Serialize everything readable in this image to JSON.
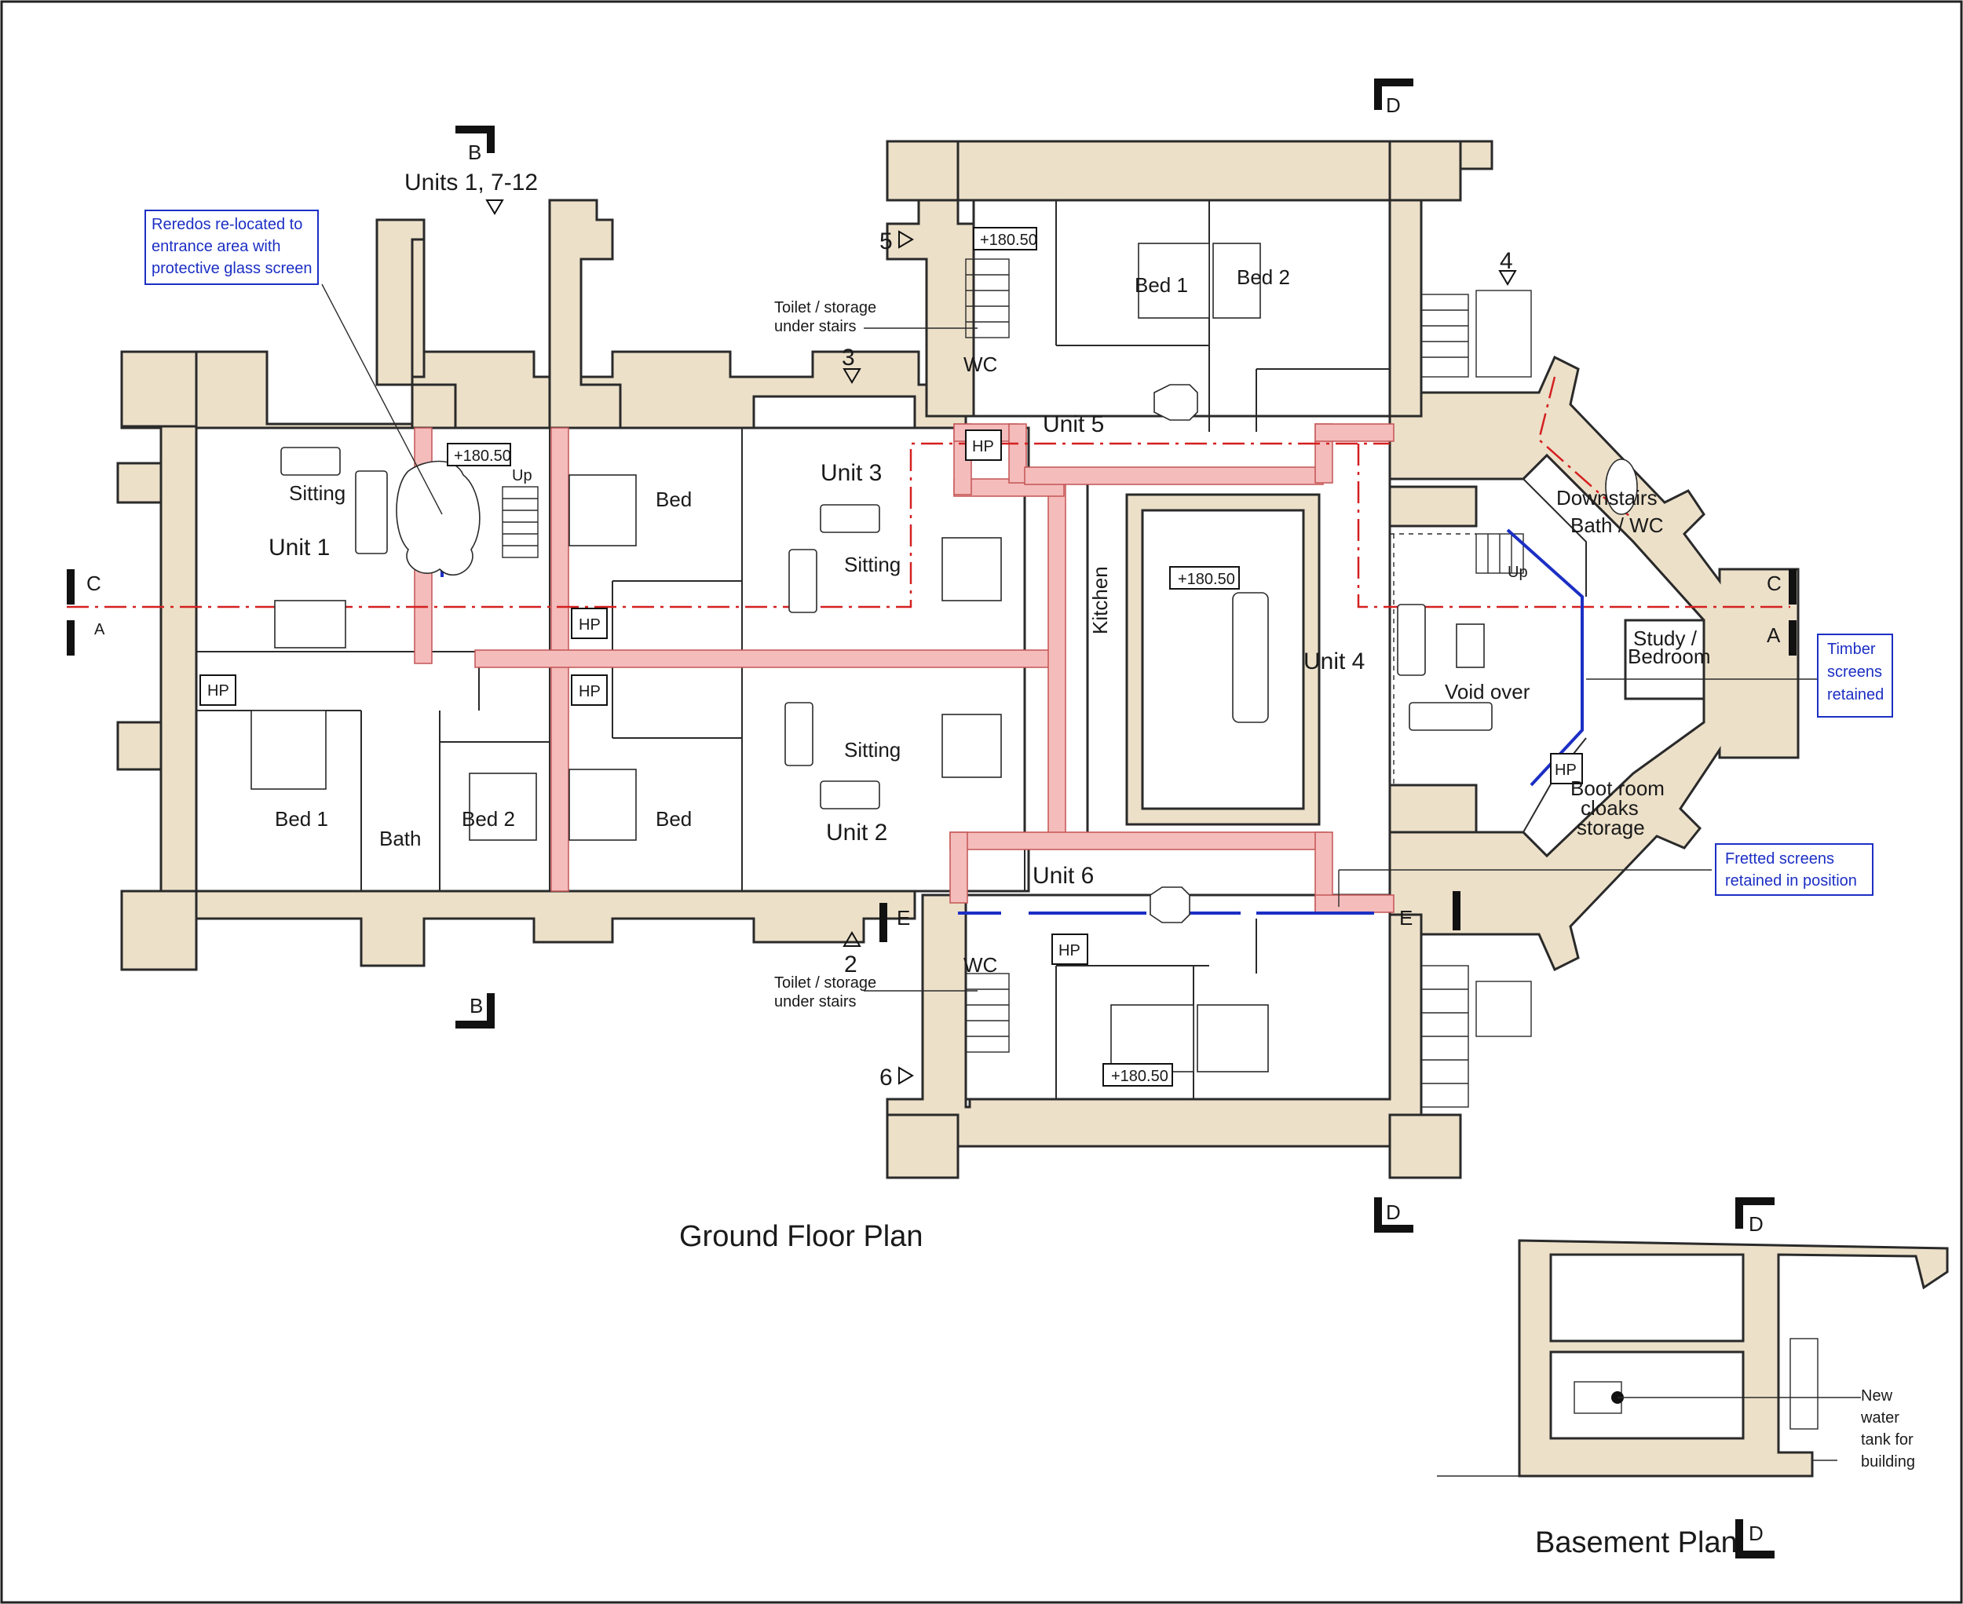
{
  "plan_title": "Ground Floor Plan",
  "basement_title": "Basement Plan",
  "units_label": "Units 1, 7-12",
  "units": {
    "u1": "Unit 1",
    "u2": "Unit 2",
    "u3": "Unit 3",
    "u4": "Unit 4",
    "u5": "Unit 5",
    "u6": "Unit 6"
  },
  "rooms": {
    "sitting": "Sitting",
    "bed": "Bed",
    "bed1": "Bed 1",
    "bed2": "Bed 2",
    "bath": "Bath",
    "wc": "WC",
    "kitchen": "Kitchen",
    "void_over": "Void over",
    "downstairs_bath_1": "Downstairs",
    "downstairs_bath_2": "Bath / WC",
    "study_1": "Study /",
    "study_2": "Bedroom",
    "boot_1": "Boot room",
    "boot_2": "cloaks",
    "boot_3": "storage",
    "hp": "HP",
    "up": "Up",
    "toilet_1": "Toilet / storage",
    "toilet_2": "under stairs"
  },
  "levels": [
    "+180.50",
    "+180.50",
    "+180.50",
    "+180.50"
  ],
  "entrances": [
    "2",
    "3",
    "4",
    "5",
    "6"
  ],
  "sections": {
    "a": "A",
    "b": "B",
    "c": "C",
    "d": "D",
    "e": "E"
  },
  "notes": {
    "reredos": [
      "Reredos re-located to",
      "entrance area with",
      "protective glass screen"
    ],
    "timber": [
      "Timber",
      "screens",
      "retained"
    ],
    "fretted": [
      "Fretted screens",
      "retained in position"
    ],
    "tank": [
      "New",
      "water",
      "tank for",
      "building"
    ]
  },
  "colors": {
    "wall_fill": "#ece0c9",
    "duct_fill": "#f5bcbc",
    "section_line": "#d42020",
    "annotation": "#1c2fc4"
  }
}
